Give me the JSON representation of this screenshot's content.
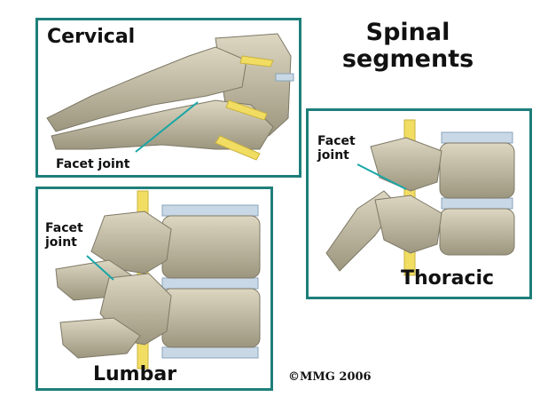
{
  "title": {
    "line1": "Spinal",
    "line2": "segments"
  },
  "panels": {
    "cervical": {
      "name": "Cervical",
      "facet_label": "Facet joint"
    },
    "lumbar": {
      "name": "Lumbar",
      "facet_line1": "Facet",
      "facet_line2": "joint"
    },
    "thoracic": {
      "name": "Thoracic",
      "facet_line1": "Facet",
      "facet_line2": "joint"
    }
  },
  "copyright": "©MMG 2006",
  "colors": {
    "frame": "#1e7f7a",
    "bone": "#c9c2ac",
    "bone_shadow": "#8f8a76",
    "nerve": "#f2dd63",
    "disc": "#c9d8e6",
    "pointer": "#19a6a6"
  }
}
